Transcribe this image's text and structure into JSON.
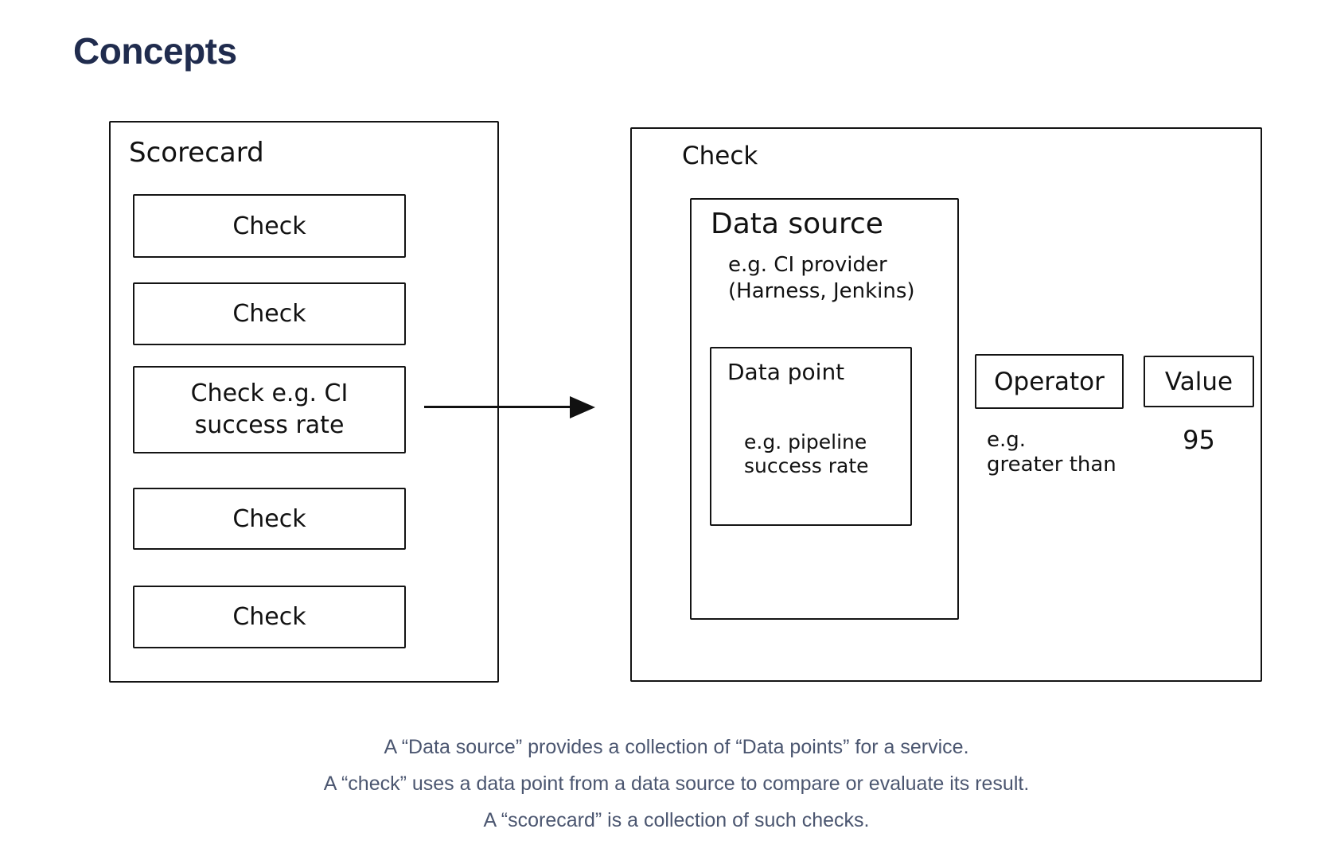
{
  "page": {
    "title": "Concepts"
  },
  "diagram": {
    "scorecard": {
      "label": "Scorecard",
      "checks": [
        "Check",
        "Check",
        "Check e.g. CI\nsuccess rate",
        "Check",
        "Check"
      ]
    },
    "check_detail": {
      "label": "Check",
      "data_source": {
        "label": "Data source",
        "example": "e.g. CI provider\n(Harness, Jenkins)",
        "data_point": {
          "label": "Data point",
          "example": "e.g. pipeline\nsuccess rate"
        }
      },
      "operator": {
        "label": "Operator",
        "example": "e.g.\ngreater than"
      },
      "value": {
        "label": "Value",
        "example": "95"
      }
    }
  },
  "notes": {
    "line1": "A “Data source” provides a collection of “Data points” for a service.",
    "line2": "A “check” uses a data point from a data source to compare or evaluate its result.",
    "line3": "A “scorecard” is a collection of such checks."
  },
  "colors": {
    "title": "#202c4e",
    "notes_text": "#4b5670",
    "diagram_stroke": "#141414",
    "background": "#ffffff"
  }
}
